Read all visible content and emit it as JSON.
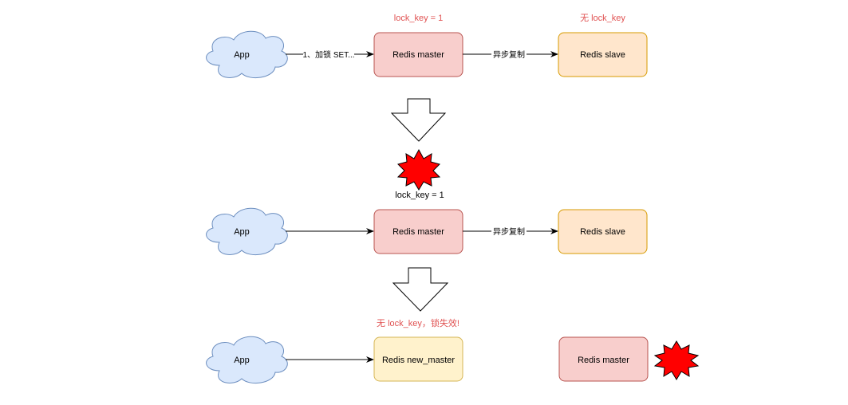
{
  "colors": {
    "cloud_fill": "#dae8fc",
    "cloud_stroke": "#6c8ebf",
    "master_fill": "#f8cecc",
    "master_stroke": "#b85450",
    "slave_fill": "#ffe6cc",
    "slave_stroke": "#d79b00",
    "new_master_fill": "#fff2cc",
    "new_master_stroke": "#d6b656",
    "explosion_fill": "#ff0000",
    "note_red": "#e05252"
  },
  "stage1": {
    "app_label": "App",
    "master_label": "Redis master",
    "slave_label": "Redis slave",
    "edge_app_master_label": "1、加锁 SET...",
    "edge_master_slave_label": "异步复制",
    "master_note": "lock_key = 1",
    "slave_note": "无 lock_key"
  },
  "stage2": {
    "app_label": "App",
    "master_label": "Redis master",
    "slave_label": "Redis slave",
    "edge_master_slave_label": "异步复制",
    "master_note": "lock_key = 1"
  },
  "stage3": {
    "app_label": "App",
    "new_master_label": "Redis new_master",
    "old_master_label": "Redis master",
    "new_master_note": "无 lock_key，锁失效!"
  }
}
